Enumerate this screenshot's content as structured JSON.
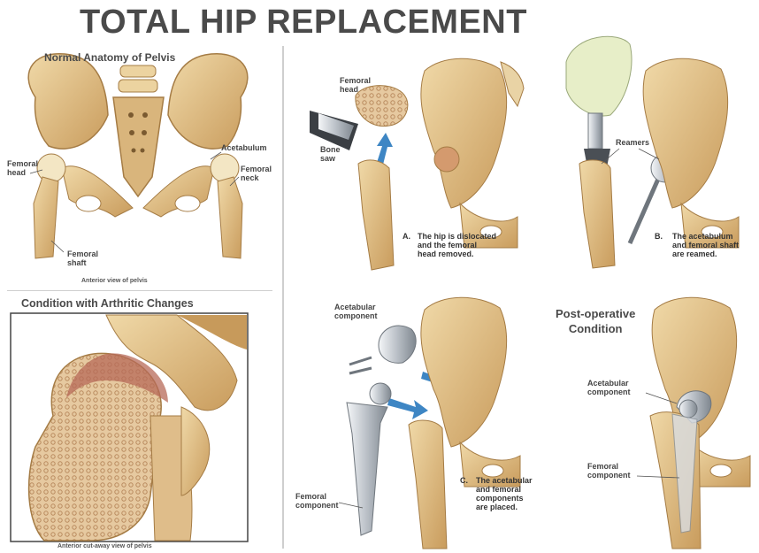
{
  "title": "TOTAL HIP REPLACEMENT",
  "normal": {
    "heading": "Normal Anatomy of Pelvis",
    "labels": {
      "femoral_head": "Femoral\nhead",
      "acetabulum": "Acetabulum",
      "femoral_neck": "Femoral\nneck",
      "femoral_shaft": "Femoral\nshaft"
    },
    "caption": "Anterior view of pelvis"
  },
  "arthritic": {
    "heading": "Condition with Arthritic Changes",
    "caption": "Anterior cut-away view of pelvis"
  },
  "step_a": {
    "label_femoral_head": "Femoral\nhead",
    "label_bone_saw": "Bone\nsaw",
    "letter": "A.",
    "caption": "The hip is dislocated\nand the femoral\nhead removed."
  },
  "step_b": {
    "label_reamers": "Reamers",
    "letter": "B.",
    "caption": "The acetabulum\nand femoral shaft\nare reamed."
  },
  "step_c": {
    "label_acetabular": "Acetabular\ncomponent",
    "label_femoral": "Femoral\ncomponent",
    "letter": "C.",
    "caption": "The acetabular\nand femoral\ncomponents\nare placed."
  },
  "postop": {
    "heading": "Post-operative\nCondition",
    "label_acetabular": "Acetabular\ncomponent",
    "label_femoral": "Femoral\ncomponent"
  },
  "colors": {
    "bone": "#e2c48e",
    "bone_dark": "#b98f52",
    "cartilage": "#f4efd8",
    "metal": "#c7ccd2",
    "arrow": "#3e86c4",
    "cancellous": "#d2a98a"
  }
}
